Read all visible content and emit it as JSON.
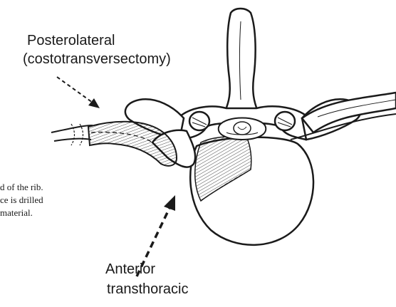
{
  "labels": {
    "posterolateral_line1": "Posterolateral",
    "posterolateral_line2": "(costotransversectomy)",
    "anterior_line1": "Anterior",
    "anterior_line2": "transthoracic"
  },
  "caption": {
    "line1": "d of the rib.",
    "line2": "ce is drilled",
    "line3": "material."
  },
  "colors": {
    "ink": "#1a1a1a",
    "background": "#ffffff"
  }
}
